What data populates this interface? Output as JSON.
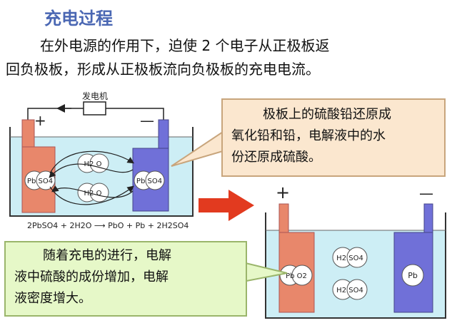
{
  "title": "充电过程",
  "intro": {
    "line1": "在外电源的作用下，迫使 2 个电子从正极板返",
    "line2": "回负极板，形成从正极板流向负极板的充电电流。"
  },
  "cell_left": {
    "generator_label": "发电机",
    "plus": "+",
    "minus": "—",
    "pos_plate_ion": "Pb SO4",
    "neg_plate_ion": "Pb SO4",
    "water_1": "H2  O",
    "water_2": "H2  O",
    "equation": "2PbSO4 + 2H2O ⟶ PbO + Pb + 2H2SO4"
  },
  "callout_top": {
    "line1": "极板上的硫酸铅还原成",
    "line2": "氧化铅和铅，电解液中的水",
    "line3": "份还原成硫酸。"
  },
  "cell_right": {
    "plus": "+",
    "minus": "—",
    "pos_plate_ion": "Pb O2",
    "neg_plate_ion": "Pb",
    "acid_1": "H2 SO4",
    "acid_2": "H2 SO4"
  },
  "callout_bottom": {
    "line1": "随着充电的进行，电解",
    "line2": "液中硫酸的成份增加，电解",
    "line3": "液密度增大。"
  },
  "colors": {
    "title": "#4a67b3",
    "electrolyte": "#cdeef5",
    "positive_plate": "#e8876b",
    "negative_plate": "#7070d8",
    "arrow": "#e23a1f"
  }
}
